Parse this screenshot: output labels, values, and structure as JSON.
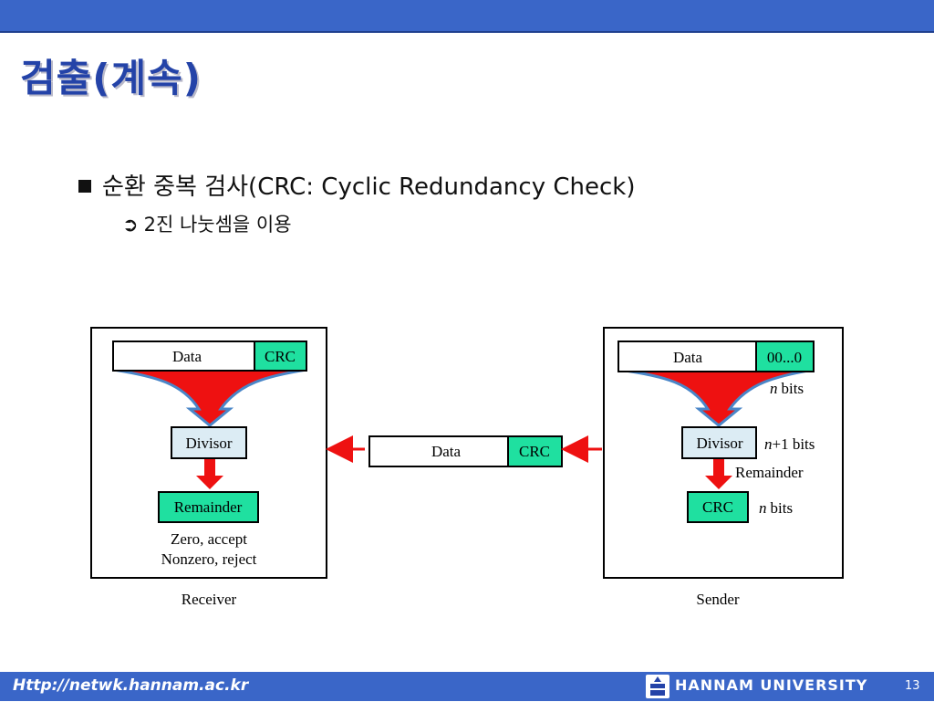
{
  "slide": {
    "title": "검출(계속)",
    "bullet1": "순환 중복 검사(CRC: Cyclic Redundancy Check)",
    "bullet2_arrow": "➲",
    "bullet2": "2진 나눗셈을 이용"
  },
  "diagram": {
    "receiver": {
      "data": "Data",
      "crc": "CRC",
      "divisor": "Divisor",
      "remainder": "Remainder",
      "result1": "Zero, accept",
      "result2": "Nonzero, reject",
      "label": "Receiver"
    },
    "middle": {
      "data": "Data",
      "crc": "CRC"
    },
    "sender": {
      "data": "Data",
      "zeros": "00...0",
      "n_bits_1": "bits",
      "divisor": "Divisor",
      "n1_bits": "+1 bits",
      "remainder": "Remainder",
      "crc": "CRC",
      "n_bits_2": "bits",
      "n_var": "n",
      "label": "Sender"
    },
    "colors": {
      "crc_fill": "#1fe0a0",
      "divisor_fill": "#dcecf4",
      "arrow_red": "#ee1111",
      "funnel_edge": "#4a86c8"
    }
  },
  "footer": {
    "url": "Http://netwk.hannam.ac.kr",
    "university": "HANNAM  UNIVERSITY",
    "page": "13"
  }
}
